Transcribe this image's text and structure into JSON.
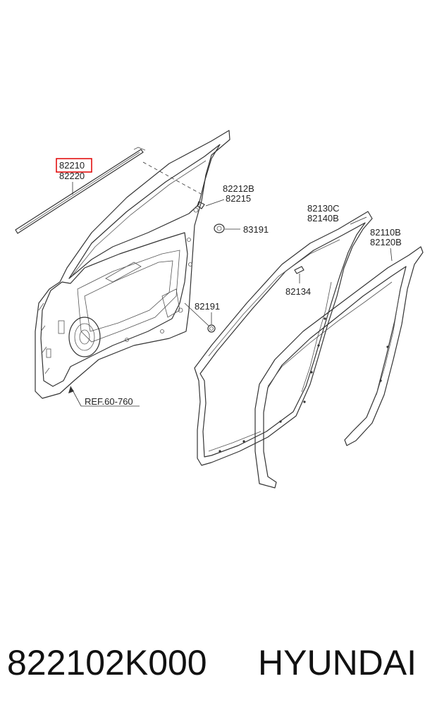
{
  "diagram": {
    "highlight_color": "#e00000",
    "labels": {
      "p82210": "82210",
      "p82220": "82220",
      "p82212B": "82212B",
      "p82215": "82215",
      "p83191": "83191",
      "p82191": "82191",
      "p82130C": "82130C",
      "p82140B": "82140B",
      "p82134": "82134",
      "p82110B": "82110B",
      "p82120B": "82120B",
      "ref": "REF.60-760"
    },
    "highlighted_part": "82210"
  },
  "caption": {
    "part_number": "822102K000",
    "brand": "HYUNDAI"
  }
}
